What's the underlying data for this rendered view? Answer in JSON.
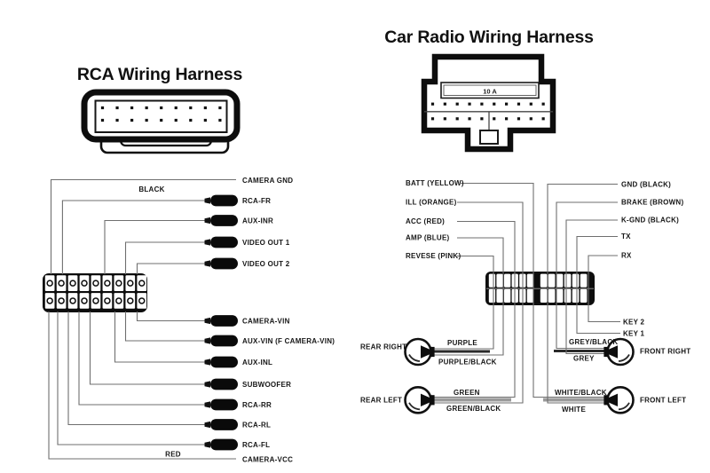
{
  "left": {
    "title": "RCA Wiring Harness",
    "wires": {
      "camera_gnd": "CAMERA GND",
      "black_note": "BLACK",
      "rca_fr": "RCA-FR",
      "aux_inr": "AUX-INR",
      "video_out_1": "VIDEO OUT 1",
      "video_out_2": "VIDEO OUT 2",
      "camera_vin": "CAMERA-VIN",
      "aux_vin": "AUX-VIN (F CAMERA-VIN)",
      "aux_inl": "AUX-INL",
      "subwoofer": "SUBWOOFER",
      "rca_rr": "RCA-RR",
      "rca_rl": "RCA-RL",
      "rca_fl": "RCA-FL",
      "red_note": "RED",
      "camera_vcc": "CAMERA-VCC"
    }
  },
  "right": {
    "title": "Car Radio Wiring Harness",
    "fuse": "10 A",
    "pins_left": {
      "batt": "BATT (YELLOW)",
      "ill": "ILL (ORANGE)",
      "acc": "ACC (RED)",
      "amp": "AMP (BLUE)",
      "reverse": "REVESE (PINK)"
    },
    "pins_right": {
      "gnd": "GND (BLACK)",
      "brake": "BRAKE (BROWN)",
      "kgnd": "K-GND (BLACK)",
      "tx": "TX",
      "rx": "RX"
    },
    "keys": {
      "key2": "KEY 2",
      "key1": "KEY 1"
    },
    "speakers": {
      "rear_right": {
        "name": "REAR RIGHT",
        "pos": "PURPLE",
        "neg": "PURPLE/BLACK"
      },
      "front_right": {
        "name": "FRONT RIGHT",
        "pos": "GREY/BLACK",
        "neg": "GREY"
      },
      "rear_left": {
        "name": "REAR LEFT",
        "pos": "GREEN",
        "neg": "GREEN/BLACK"
      },
      "front_left": {
        "name": "FRONT LEFT",
        "pos": "WHITE/BLACK",
        "neg": "WHITE"
      }
    }
  },
  "colors": {
    "ink": "#0d0d0d",
    "wire": "#6f6f6f",
    "background": "#ffffff"
  }
}
